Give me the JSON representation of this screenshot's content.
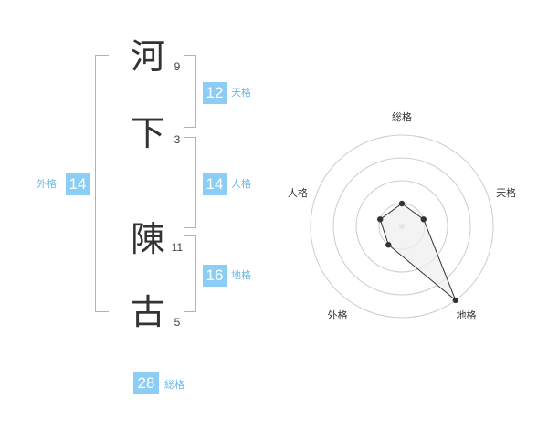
{
  "name": {
    "characters": [
      {
        "char": "河",
        "strokes": "9"
      },
      {
        "char": "下",
        "strokes": "3"
      },
      {
        "char": "陳",
        "strokes": "11"
      },
      {
        "char": "古",
        "strokes": "5"
      }
    ]
  },
  "kakusu": {
    "tenkaku": {
      "label": "天格",
      "value": "12"
    },
    "jinkaku": {
      "label": "人格",
      "value": "14"
    },
    "chikaku": {
      "label": "地格",
      "value": "16"
    },
    "gaikaku": {
      "label": "外格",
      "value": "14"
    },
    "soukaku": {
      "label": "総格",
      "value": "28"
    }
  },
  "chart_data": {
    "type": "radar",
    "axes": [
      "総格",
      "天格",
      "地格",
      "外格",
      "人格"
    ],
    "values": [
      1,
      1,
      4,
      1,
      1
    ],
    "range": [
      0,
      4
    ],
    "rings": 4,
    "colors": {
      "ring": "#cccccc",
      "line": "#333333",
      "point": "#333333",
      "fill": "#eeeeee",
      "accent": "#8ccdf5"
    }
  }
}
